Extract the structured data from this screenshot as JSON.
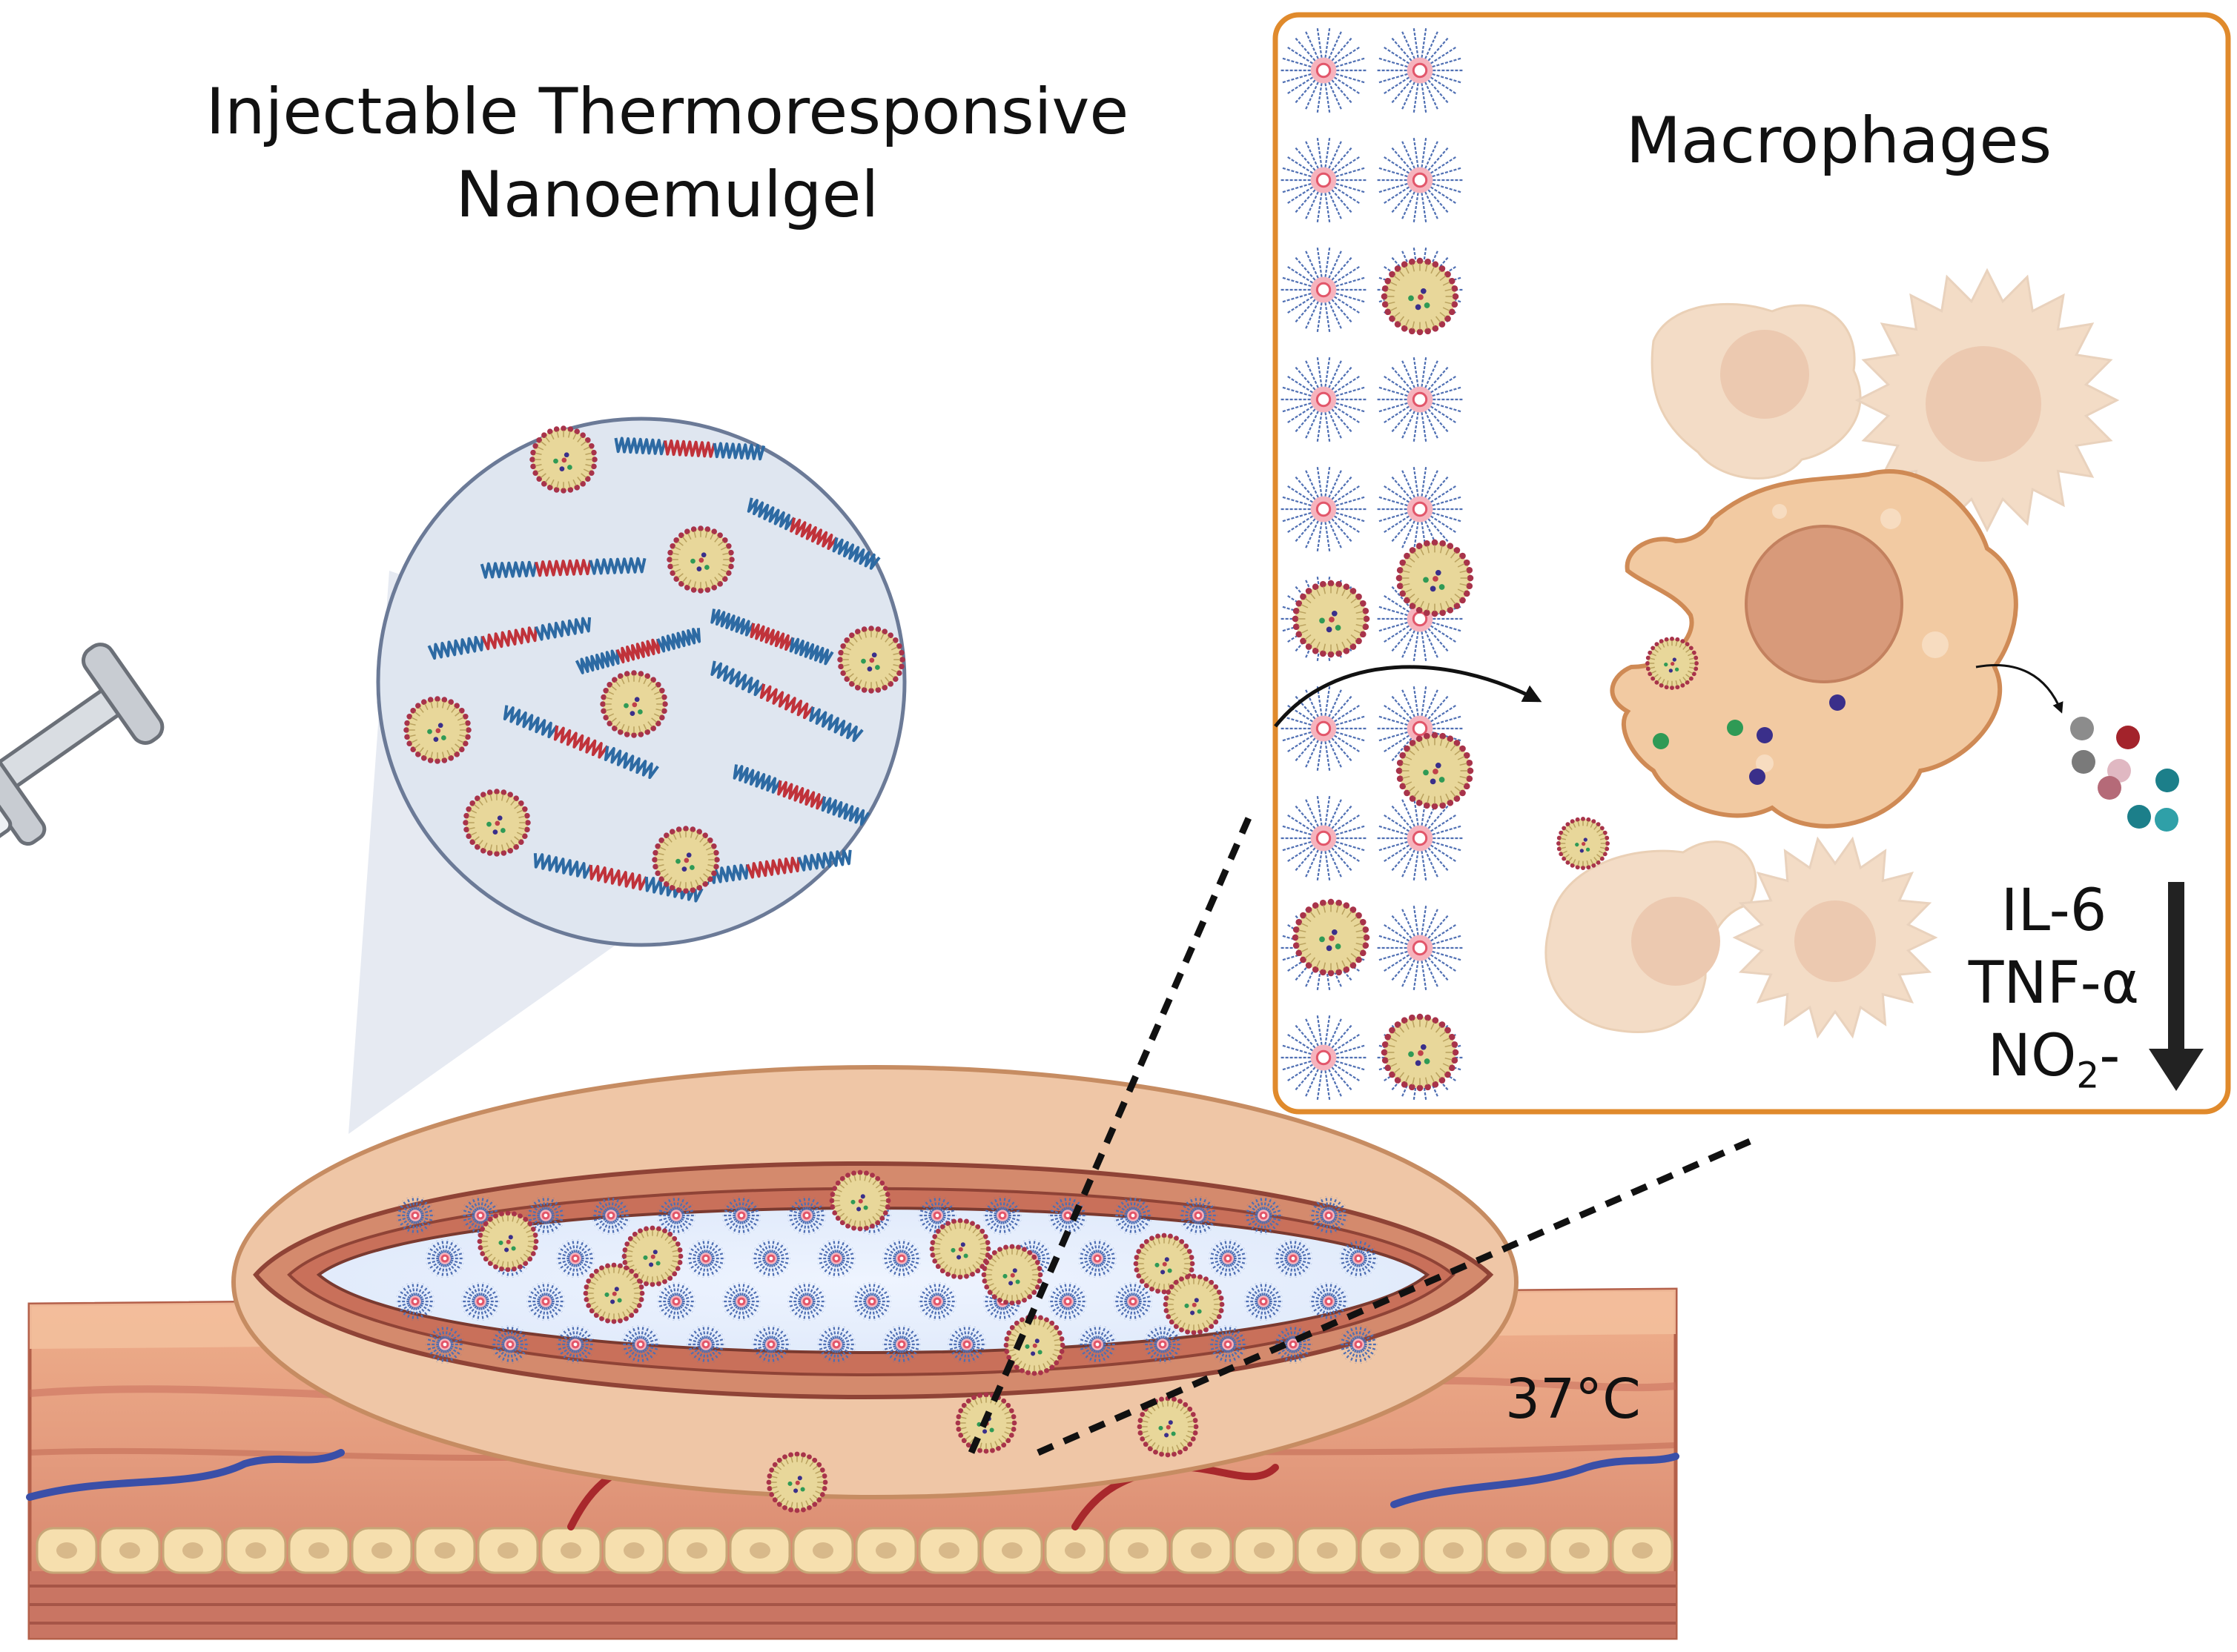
{
  "title": {
    "line1": "Injectable Thermoresponsive",
    "line2": "Nanoemulgel"
  },
  "inset": {
    "title": "Macrophages"
  },
  "temperature": "37°C",
  "cytokines": {
    "il6": "IL-6",
    "tnf": "TNF-α",
    "no2": "NO",
    "no2_sub": "2",
    "no2_tail": "-"
  },
  "colors": {
    "inset_border": "#e08a2c",
    "gel_blue": "#4f6fb3",
    "micelle_core": "#e2566a",
    "nanoemulsion_shell": "#a8334a",
    "nanoemulsion_core": "#e8d79a",
    "syringe_fluid": "#4a8fc4",
    "macrophage_fill": "#f2caa2",
    "macrophage_edge": "#cf8a55",
    "skin_outer": "#e9a37e",
    "skin_deep": "#c96c54",
    "vessel_red": "#a8282c",
    "vessel_blue": "#3a4fa8",
    "cell_layer": "#f6dfae"
  }
}
